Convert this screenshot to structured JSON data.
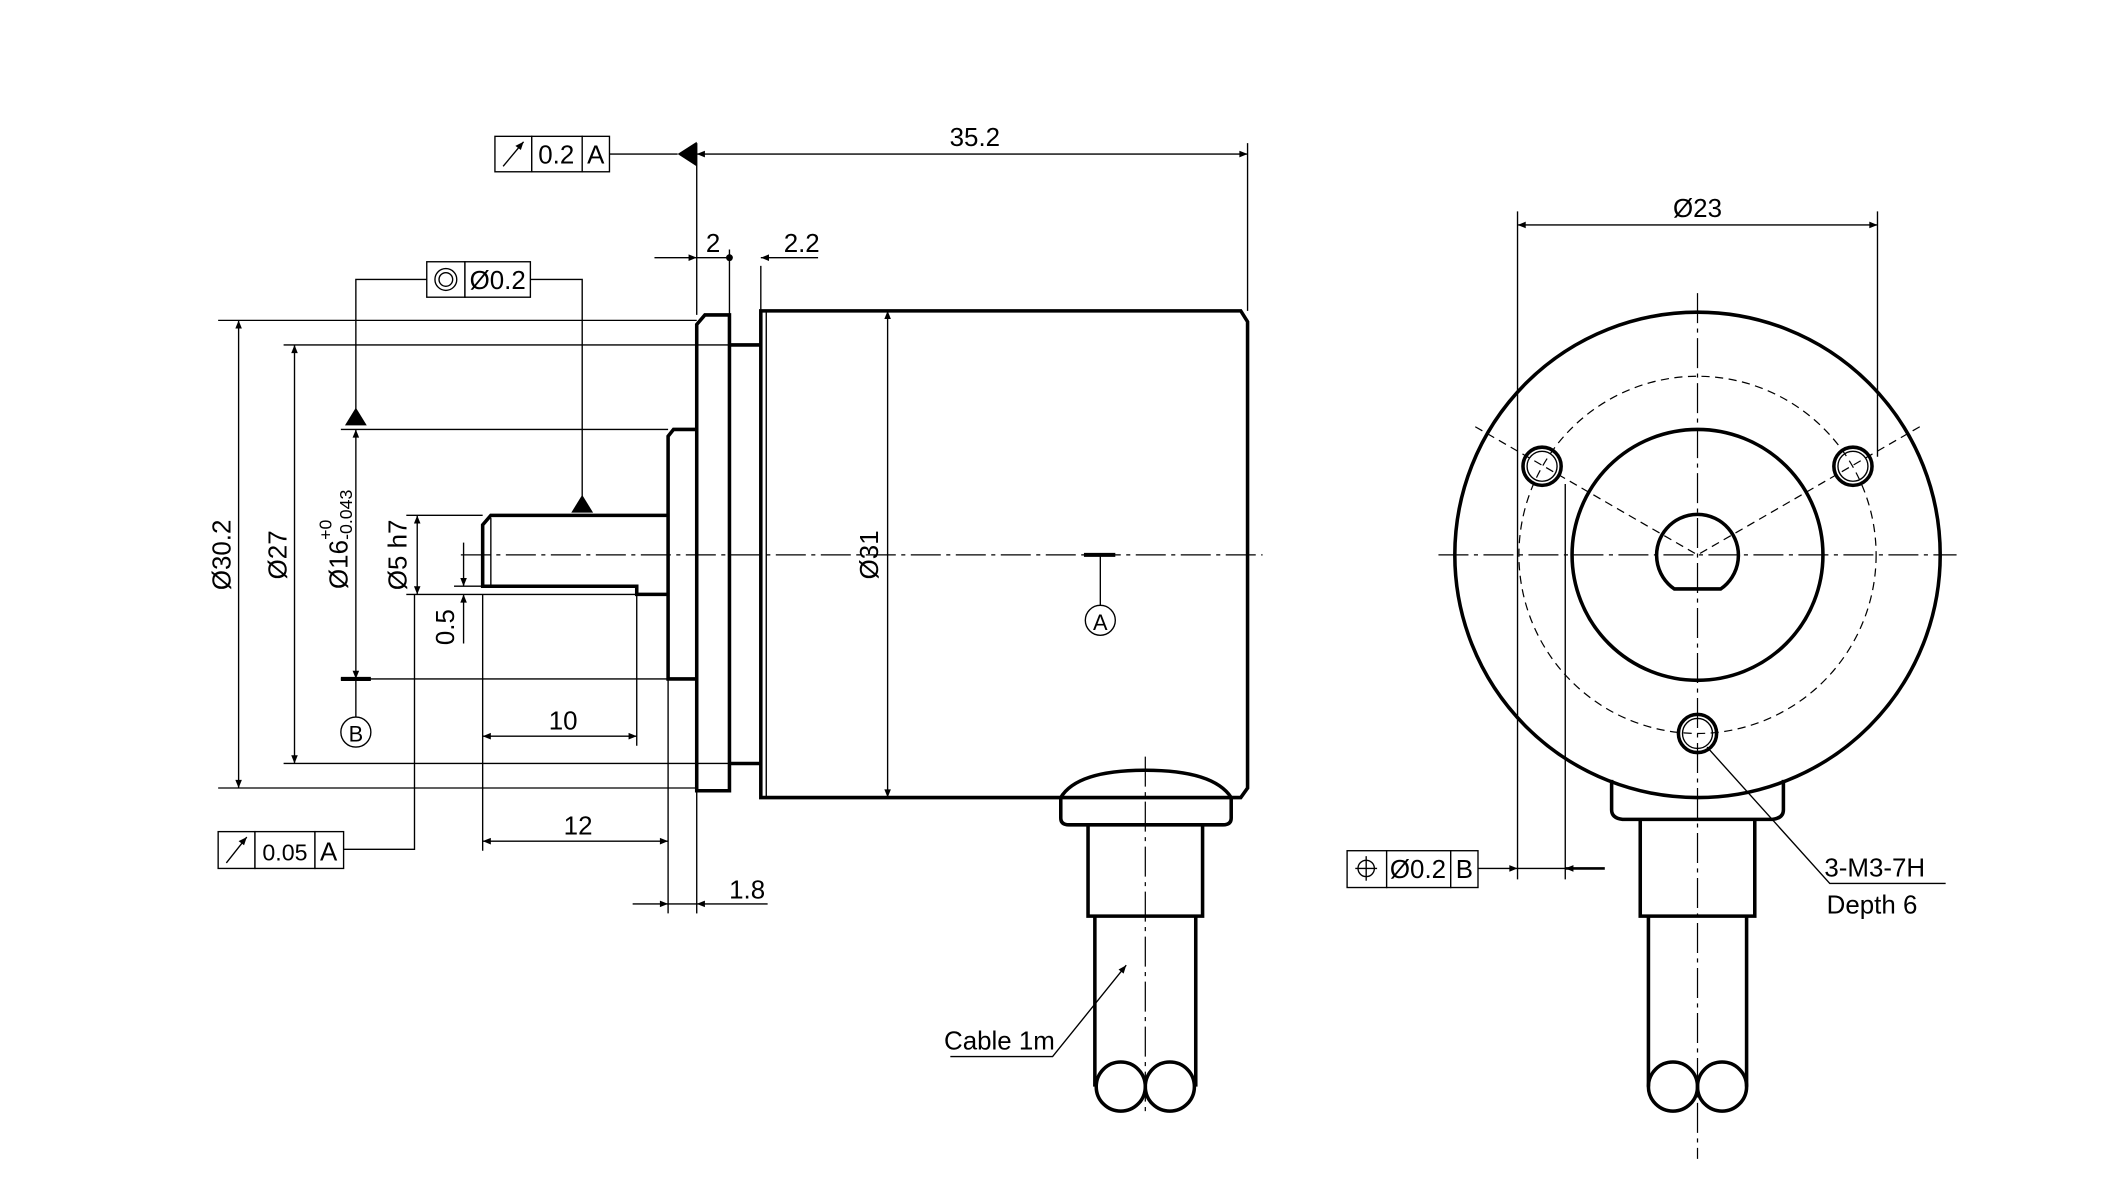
{
  "dimensions": {
    "overall_length": "35.2",
    "flange_thickness": "2",
    "step_length": "2.2",
    "flange_diameter": "Ø30.2",
    "step_diameter": "Ø27",
    "pilot_diameter": "Ø16",
    "pilot_tol_upper": "+0",
    "pilot_tol_lower": "-0.043",
    "shaft_diameter": "Ø5 h7",
    "flat_depth": "0.5",
    "flat_length": "10",
    "shaft_length": "12",
    "pilot_length": "1.8",
    "body_diameter": "Ø31",
    "bolt_circle_diameter": "Ø23"
  },
  "tolerance_frames": {
    "runout_flange": {
      "symbol": "circular-runout",
      "value": "0.2",
      "datum": "A"
    },
    "concentricity": {
      "symbol": "concentricity",
      "value": "Ø0.2"
    },
    "runout_shaft": {
      "symbol": "circular-runout",
      "value": "0.05",
      "datum": "A"
    },
    "position": {
      "symbol": "position",
      "value": "Ø0.2",
      "datum": "B"
    }
  },
  "datums": {
    "a": "A",
    "b": "B"
  },
  "notes": {
    "cable": "Cable 1m",
    "thread": "3-M3-7H",
    "depth": "Depth 6"
  }
}
